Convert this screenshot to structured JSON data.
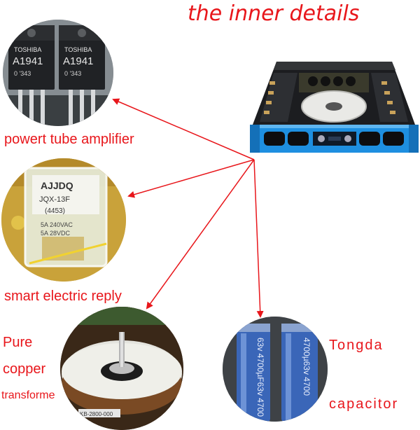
{
  "title": "the inner details",
  "labels": {
    "power_tube": "powert tube amplifier",
    "relay": "smart electric reply",
    "transformer_line1": "Pure",
    "transformer_line2": "copper",
    "transformer_line3": "transforme",
    "capacitor_line1": "Tongda",
    "capacitor_line2": "capacitor"
  },
  "photo_text": {
    "transistor_brand_1": "TOSHIBA",
    "transistor_part_1": "A1941",
    "transistor_code_1": "0 '343",
    "transistor_brand_2": "TOSHIBA",
    "transistor_part_2": "A1941",
    "transistor_code_2": "0 '343",
    "relay_brand": "AJJDQ",
    "relay_model": "JQX-13F",
    "relay_code": "(4453)",
    "relay_rating_ac": "5A 240VAC",
    "relay_rating_dc": "5A 28VDC",
    "cap_text_1": "63v 4700µF63v 4700",
    "cap_text_2": "4700µ63v 4700",
    "transformer_tag": "KB-2800-000"
  },
  "colors": {
    "accent_red": "#e8161b",
    "amplifier_blue": "#1e8fe0",
    "capacitor_blue": "#3a66b8"
  }
}
